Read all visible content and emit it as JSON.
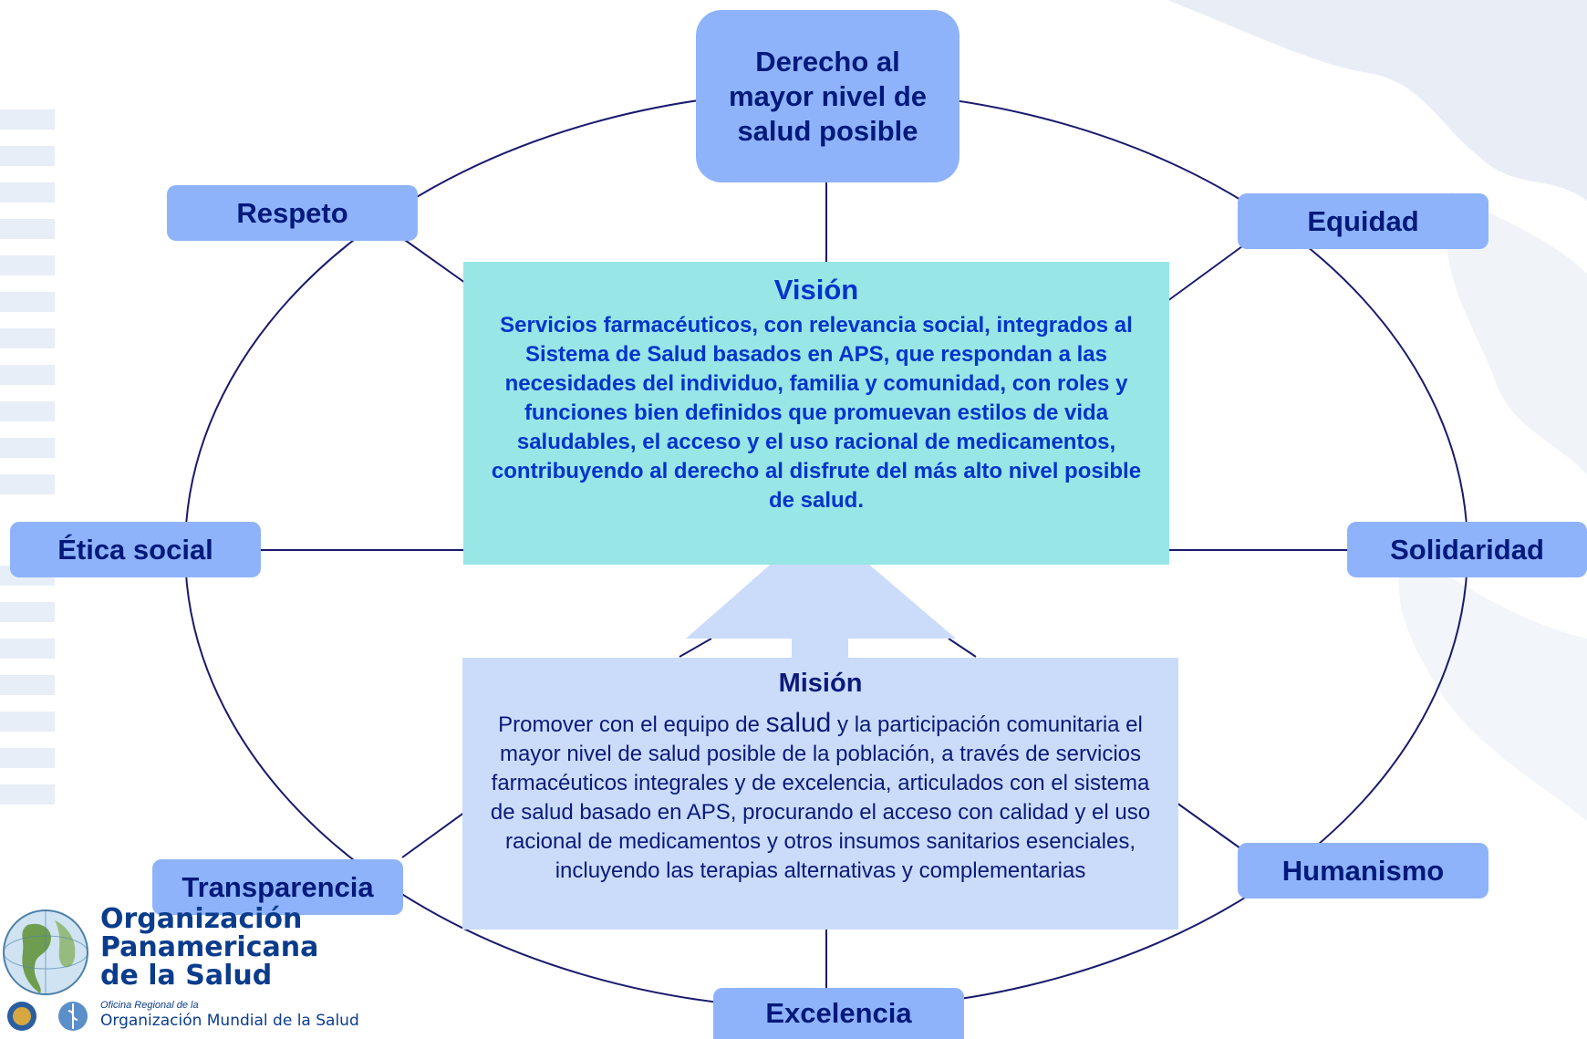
{
  "center_top": "Derecho al mayor nivel de salud posible",
  "values": {
    "respeto": "Respeto",
    "equidad": "Equidad",
    "etica": "Ética social",
    "solidaridad": "Solidaridad",
    "transparencia": "Transparencia",
    "humanismo": "Humanismo",
    "excelencia": "Excelencia"
  },
  "vision": {
    "title": "Visión",
    "text": "Servicios farmacéuticos, con relevancia social, integrados al Sistema de Salud basados en APS, que respondan a las necesidades del individuo, familia y comunidad, con roles y funciones bien definidos que promuevan estilos de vida saludables, el acceso y el uso racional de medicamentos, contribuyendo al derecho al disfrute del más alto nivel posible de salud."
  },
  "mision": {
    "title": "Misión",
    "text_prefix": "Promover con el equipo de ",
    "text_highlight": "salud",
    "text_rest": " y la participación comunitaria el mayor nivel de salud posible de la población, a través de servicios farmacéuticos integrales y de excelencia, articulados con el sistema de salud basado en APS, procurando el acceso con calidad y el uso racional de medicamentos y otros insumos sanitarios esenciales, incluyendo las terapias alternativas y complementarias"
  },
  "logo": {
    "name": "Organización\nPanamericana\nde la Salud",
    "sub": "Oficina Regional de la",
    "main": "Organización Mundial de la Salud"
  },
  "colors": {
    "value_box": "#8fb3fb",
    "vision_box": "#98e6e6",
    "mision_box": "#cbdcfb",
    "text_dark": "#00197a",
    "ring": "#1a1a6e"
  }
}
